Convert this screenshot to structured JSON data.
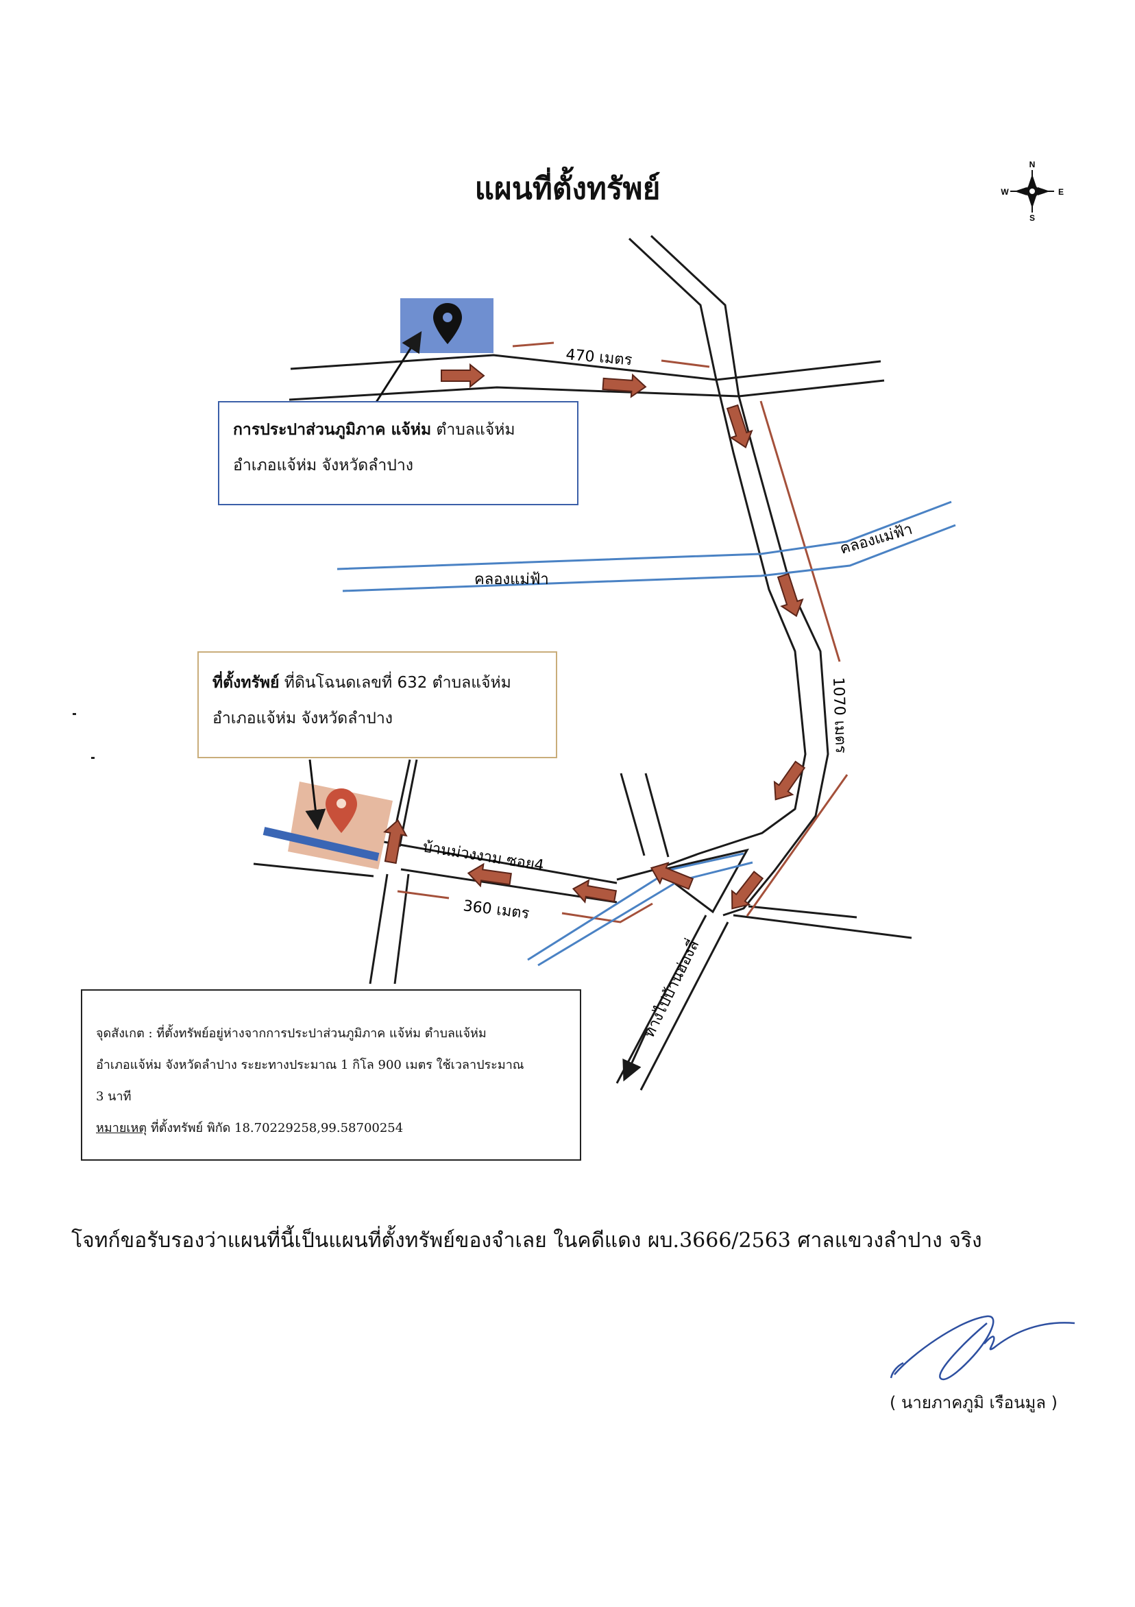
{
  "title": "แผนที่ตั้งทรัพย์",
  "compass": {
    "n": "N",
    "s": "S",
    "e": "E",
    "w": "W"
  },
  "map_labels": {
    "distance_1": "470 เมตร",
    "distance_2": "1070 เมตร",
    "distance_3": "360 เมตร",
    "canal_1": "คลองแม่ฟ้า",
    "canal_2": "คลองแม่ฟ้า",
    "soi": "บ้านม่วงงาม ซอย4",
    "road_direction": "ทางไปบ้านฮ่องลี่"
  },
  "office_box": {
    "name": "การประปาส่วนภูมิภาค แจ้ห่ม",
    "line1_rest": " ตำบลแจ้ห่ม",
    "line2": "อำเภอแจ้ห่ม จังหวัดลำปาง"
  },
  "property_box": {
    "label": "ที่ตั้งทรัพย์",
    "line1_rest": " ที่ดินโฉนดเลขที่ 632 ตำบลแจ้ห่ม",
    "line2": "อำเภอแจ้ห่ม จังหวัดลำปาง"
  },
  "note_box": {
    "line1": "จุดสังเกต : ที่ตั้งทรัพย์อยู่ห่างจากการประปาส่วนภูมิภาค แจ้ห่ม ตำบลแจ้ห่ม",
    "line2": "อำเภอแจ้ห่ม จังหวัดลำปาง ระยะทางประมาณ 1 กิโล 900 เมตร ใช้เวลาประมาณ",
    "line3": "3 นาที",
    "remark_label": "หมายเหตุ",
    "remark_text": "  ที่ตั้งทรัพย์ พิกัด 18.70229258,99.58700254"
  },
  "certification": "โจทก์ขอรับรองว่าแผนที่นี้เป็นแผนที่ตั้งทรัพย์ของจำเลย ในคดีแดง ผบ.3666/2563 ศาลแขวงลำปาง จริง",
  "signer": "( นายภาคภูมิ เรือนมูล )",
  "colors": {
    "road": "#1a1a1a",
    "distance_line": "#a4503a",
    "canal": "#4a82c4",
    "arrow_fill": "#b0583f",
    "arrow_stroke": "#5a2418",
    "office_marker_bg": "#6f8fd0",
    "property_marker_bg": "#e6b9a0",
    "property_pin": "#c8503a",
    "signature": "#2d4fa0"
  },
  "icons": [
    "compass-rose-icon",
    "location-pin-icon",
    "arrow-icon"
  ]
}
